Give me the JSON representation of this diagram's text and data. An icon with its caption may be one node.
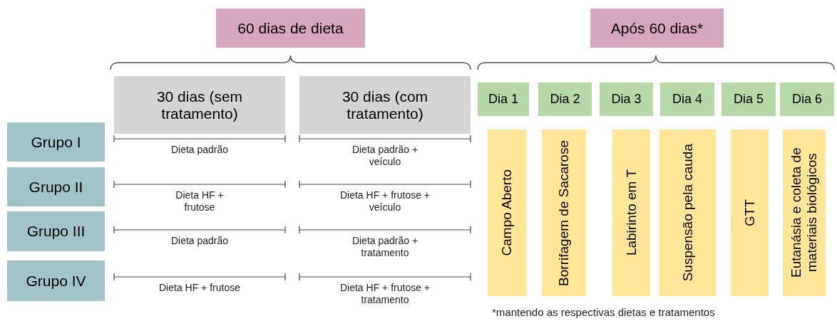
{
  "diagram": {
    "nodes": [
      {
        "text": [
          "60 dias de dieta"
        ]
      },
      {
        "text": [
          "Após 60 dias*"
        ]
      },
      {
        "text": [
          "30 dias (sem tratamento)"
        ]
      },
      {
        "text": [
          "30 dias (com tratamento)"
        ]
      },
      {
        "text": [
          "Dia 1"
        ]
      },
      {
        "text": [
          "Dia 2"
        ]
      },
      {
        "text": [
          "Dia 3"
        ]
      },
      {
        "text": [
          "Dia 4"
        ]
      },
      {
        "text": [
          "Dia 5"
        ]
      },
      {
        "text": [
          "Dia 6"
        ]
      },
      {
        "text": [
          "Grupo I"
        ]
      },
      {
        "text": [
          "Grupo II"
        ]
      },
      {
        "text": [
          "Grupo III"
        ]
      },
      {
        "text": [
          "Grupo IV"
        ]
      },
      {
        "text": [
          "Campo Aberto"
        ]
      },
      {
        "text": [
          "Borrifagem de Sacarose"
        ]
      },
      {
        "text": [
          "Labirinto em T"
        ]
      },
      {
        "text": [
          "Suspensão pela cauda"
        ]
      },
      {
        "text": [
          "GTT"
        ]
      },
      {
        "text": [
          "Eutanásia e coleta de materiais biológicos"
        ]
      }
    ],
    "edges": [],
    "labels": [
      "Dieta padrão",
      "Dieta padrão + veículo",
      "Dieta HF + frutose",
      "Dieta HF + frutose + veículo",
      "Dieta padrão",
      "Dieta padrão + tratamento",
      "Dieta HF + frutose",
      "Dieta HF + frutose + tratamento",
      "*mantendo as respectivas dietas e tratamentos"
    ]
  }
}
